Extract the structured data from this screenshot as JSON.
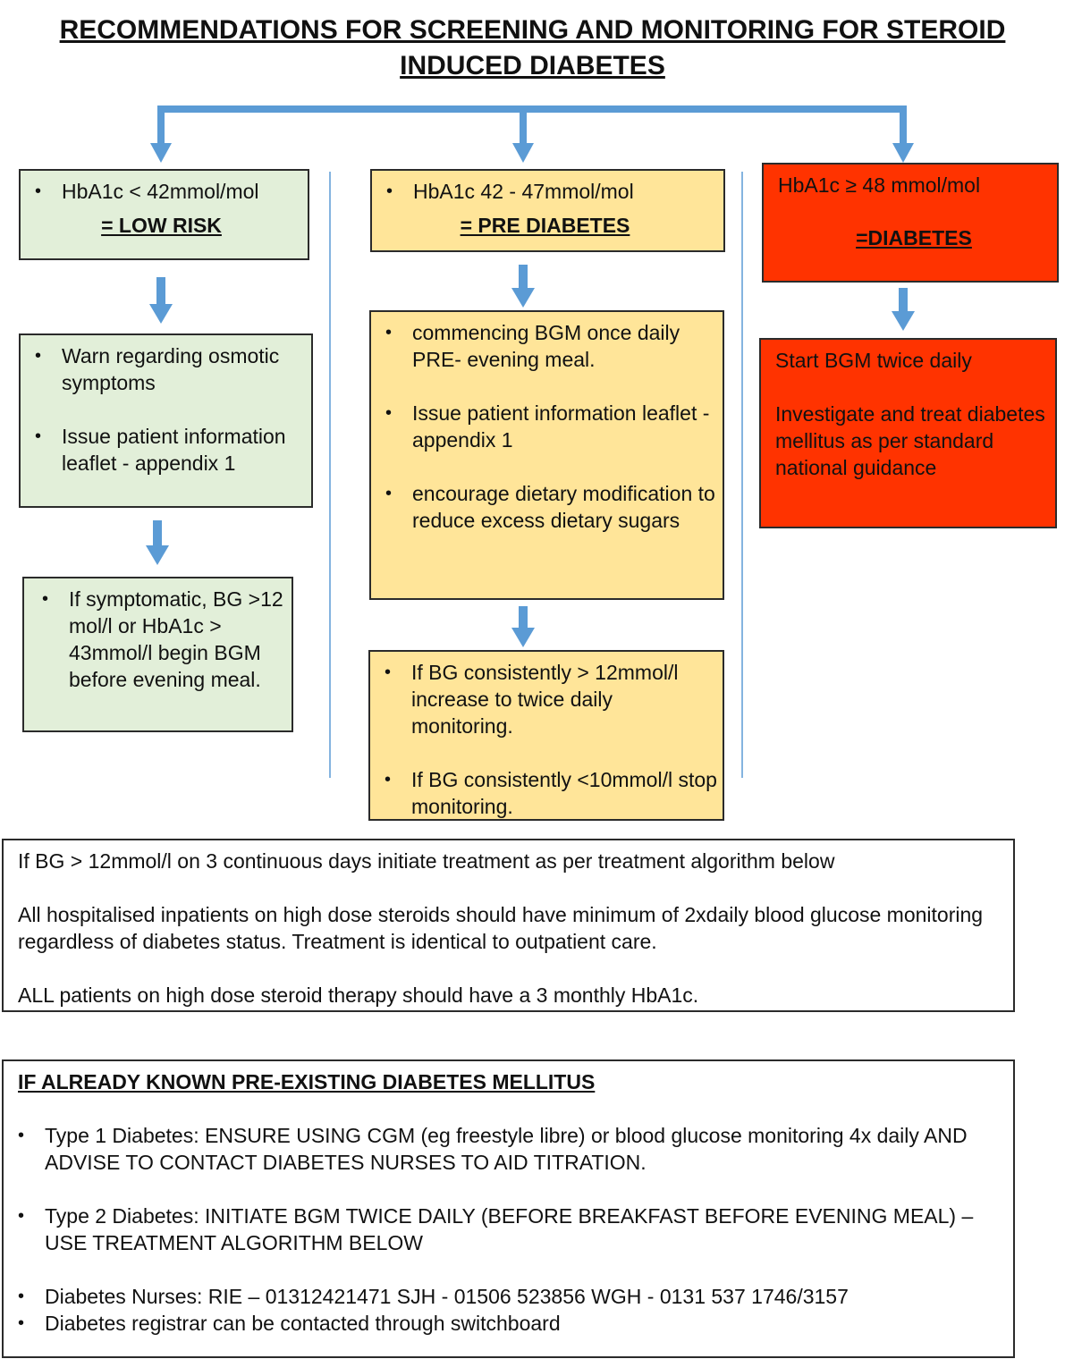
{
  "title": {
    "line1": "RECOMMENDATIONS FOR SCREENING AND MONITORING FOR STEROID",
    "line2": "INDUCED DIABETES"
  },
  "colors": {
    "arrow": "#5b9bd5",
    "low_risk_fill": "#e2efd9",
    "pre_diabetes_fill": "#ffe599",
    "diabetes_fill": "#ff3300"
  },
  "low_risk": {
    "header_text": "HbA1c < 42mmol/mol",
    "header_label": "= LOW RISK",
    "actions": [
      "Warn regarding osmotic symptoms",
      "Issue patient information leaflet - appendix 1"
    ],
    "followup": "If symptomatic,  BG >12 mol/l  or HbA1c > 43mmol/l  begin BGM before evening meal."
  },
  "pre_diabetes": {
    "header_text": "HbA1c  42 - 47mmol/mol",
    "header_label": "= PRE DIABETES",
    "actions": [
      "commencing BGM once daily PRE- evening meal.",
      "Issue patient information leaflet - appendix 1",
      "encourage dietary modification to reduce excess dietary sugars"
    ],
    "followup": [
      "If BG consistently > 12mmol/l increase to twice daily monitoring.",
      "If BG consistently <10mmol/l stop monitoring."
    ]
  },
  "diabetes": {
    "header_text": "HbA1c  ≥ 48 mmol/mol",
    "header_label": "=DIABETES",
    "action_1": "Start BGM twice daily",
    "action_2": "Investigate and treat diabetes mellitus  as per standard national guidance"
  },
  "info": {
    "line1": "If BG > 12mmol/l  on 3 continuous days initiate treatment as per treatment algorithm  below",
    "line2": "All hospitalised inpatients on high dose steroids should have minimum  of 2xdaily blood glucose monitoring  regardless of diabetes status.  Treatment is identical to outpatient care.",
    "line3": "ALL patients on high dose steroid therapy should have a 3 monthly  HbA1c."
  },
  "known": {
    "heading": "IF ALREADY KNOWN PRE-EXISTING DIABETES MELLITUS",
    "type1": "Type 1 Diabetes:  ENSURE USING CGM (eg freestyle libre) or blood glucose monitoring  4x daily AND ADVISE TO CONTACT DIABETES NURSES TO AID TITRATION.",
    "type2": "Type 2 Diabetes: INITIATE BGM TWICE DAILY (BEFORE BREAKFAST BEFORE EVENING MEAL) – USE TREATMENT ALGORITHM BELOW",
    "nurses": "Diabetes Nurses: RIE – 01312421471  SJH - 01506 523856  WGH - 0131 537 1746/3157",
    "registrar": "Diabetes registrar can be contacted through  switchboard"
  }
}
